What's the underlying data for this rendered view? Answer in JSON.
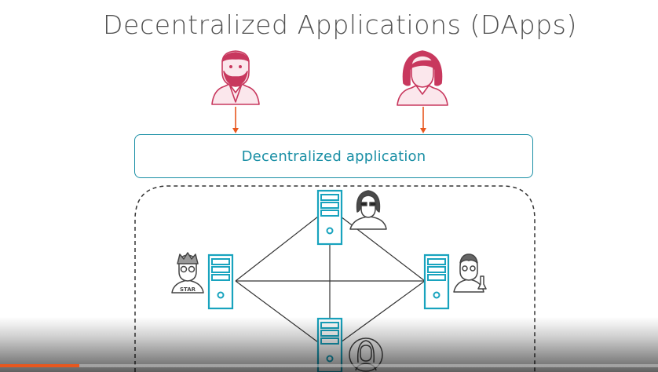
{
  "slide": {
    "title": "Decentralized Applications (DApps)",
    "app_label": "Decentralized application"
  },
  "users": [
    {
      "icon": "bearded-man-user-icon"
    },
    {
      "icon": "woman-user-icon"
    }
  ],
  "network": {
    "nodes": [
      {
        "icon": "server-icon",
        "avatar": "woman-sunglasses-avatar-icon"
      },
      {
        "icon": "server-icon",
        "avatar": "star-shirt-man-avatar-icon"
      },
      {
        "icon": "server-icon",
        "avatar": "scientist-avatar-icon"
      },
      {
        "icon": "server-icon",
        "avatar": "woman-circle-avatar-icon"
      }
    ]
  },
  "colors": {
    "title": "#505050",
    "user": "#c8385e",
    "arrow": "#e8571e",
    "accent": "#1a8fa5",
    "server": "#18a3be",
    "line": "#333333"
  },
  "player": {
    "progress": 0.12
  }
}
